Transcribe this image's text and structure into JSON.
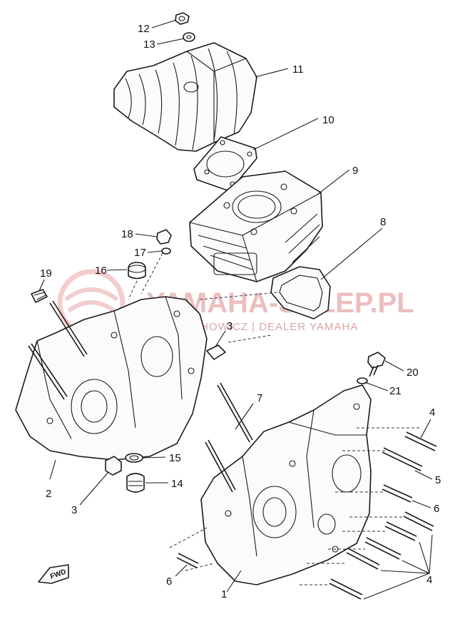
{
  "watermark": {
    "title": "YAMAHA-SKLEP.PL",
    "subtitle": "WOJCIECHOWICZ | DEALER YAMAHA",
    "color": "#e9b3b3"
  },
  "fwd_label": "FWD",
  "callouts": [
    "1",
    "2",
    "3",
    "3",
    "4",
    "4",
    "5",
    "6",
    "6",
    "7",
    "8",
    "9",
    "10",
    "11",
    "12",
    "13",
    "14",
    "15",
    "16",
    "17",
    "18",
    "19",
    "20",
    "21"
  ]
}
